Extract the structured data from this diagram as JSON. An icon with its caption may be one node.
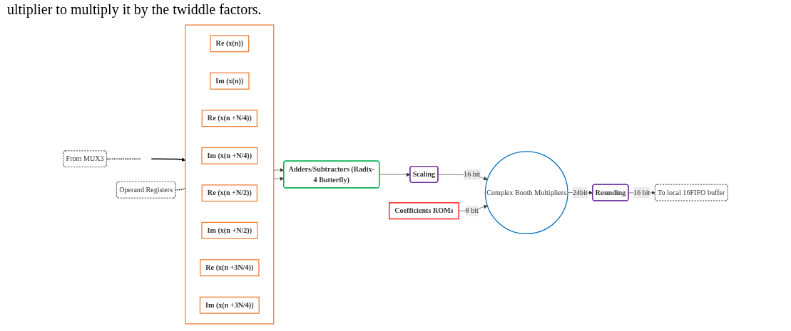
{
  "diagram": {
    "nodes": [
      {
        "text": [],
        "shape": "box"
      },
      {
        "text": [
          "Re (x(n))"
        ],
        "in": 0
      },
      {
        "text": [
          "Im (x(n))"
        ],
        "in": 0
      },
      {
        "text": [
          "Re (x(n +N/4))"
        ],
        "in": 0
      },
      {
        "text": [
          "Im (x(n +N/4))"
        ],
        "in": 0
      },
      {
        "text": [
          "Re (x(n +N/2))"
        ],
        "in": 0
      },
      {
        "text": [
          "Im (x(n +N/2))"
        ],
        "in": 0
      },
      {
        "text": [
          "Re (x(n +3N/4))"
        ],
        "in": 0
      },
      {
        "text": [
          "Im (x(n +3N/4))"
        ],
        "in": 0
      },
      {
        "text": [
          "Operand Registers"
        ]
      },
      {
        "text": [
          "From MUX3"
        ]
      },
      {
        "text": [
          "Adders/Subtractors (Radix-4 Butterfly)"
        ]
      },
      {
        "text": [
          "Scaling"
        ]
      },
      {
        "text": [
          "Coefficients ROMs"
        ]
      },
      {
        "text": [
          "Complex Booth Multipliers"
        ]
      },
      {
        "text": [
          "Rounding"
        ]
      },
      {
        "text": [
          "To local 16FIFO buffer"
        ]
      }
    ],
    "edges": [
      {
        "from": null,
        "to": 0,
        "arrow": "to"
      },
      {
        "from": 10,
        "to": null,
        "arrow": "none",
        "style": "dashed"
      },
      {
        "from": 9,
        "to": 0,
        "arrow": "none",
        "style": "dashed"
      },
      {
        "from": 0,
        "to": 11,
        "arrow": "to"
      },
      {
        "from": 0,
        "to": 11,
        "arrow": "to"
      },
      {
        "from": 11,
        "to": 12,
        "arrow": "to"
      },
      {
        "from": 12,
        "to": 14,
        "arrow": "to",
        "label": "16 bit"
      },
      {
        "from": 13,
        "to": 14,
        "arrow": "to",
        "label": "8 bit"
      },
      {
        "from": 14,
        "to": 15,
        "arrow": "to",
        "label": "24bit"
      },
      {
        "from": 15,
        "to": 16,
        "arrow": "to",
        "label": "16 bit"
      }
    ],
    "labels": [
      "ultiplier to multiply it by the twiddle factors."
    ]
  }
}
